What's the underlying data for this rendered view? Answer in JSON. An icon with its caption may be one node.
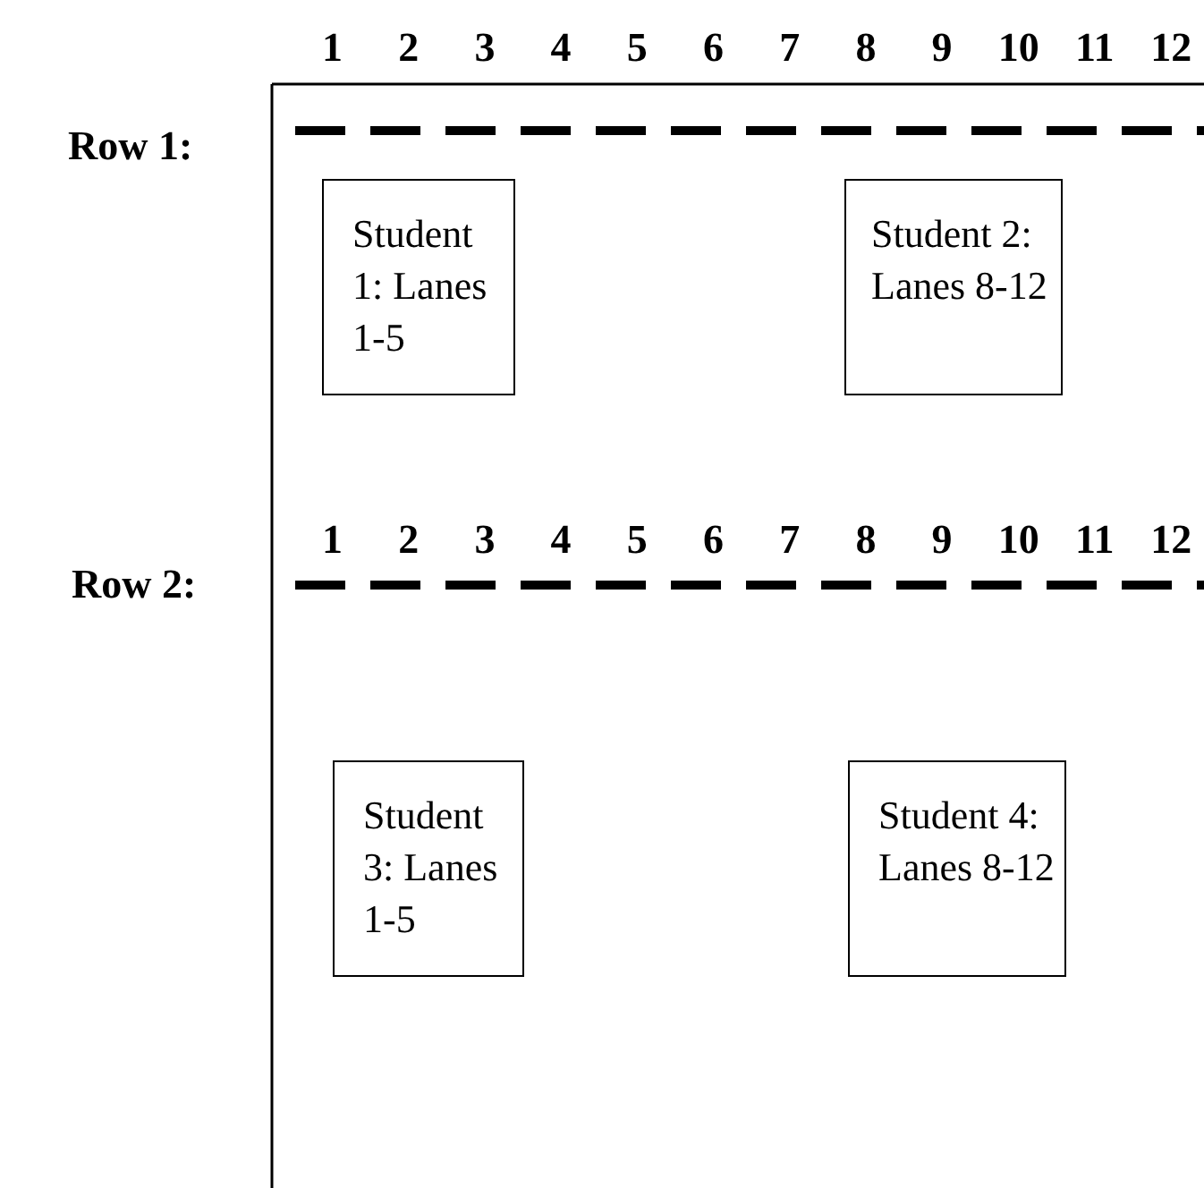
{
  "diagram": {
    "nodes": [
      {
        "text": [
          "Student 1: Lanes 1-5"
        ]
      },
      {
        "text": [
          "Student 2: Lanes 8-12"
        ]
      },
      {
        "text": [
          "Student 3: Lanes 1-5"
        ]
      },
      {
        "text": [
          "Student 4: Lanes 8-12"
        ]
      }
    ],
    "labels": [
      "1",
      "2",
      "3",
      "4",
      "5",
      "6",
      "7",
      "8",
      "9",
      "10",
      "11",
      "12",
      "Row 1:",
      "Row 2:",
      "1",
      "2",
      "3",
      "4",
      "5",
      "6",
      "7",
      "8",
      "9",
      "10",
      "11",
      "12"
    ]
  }
}
